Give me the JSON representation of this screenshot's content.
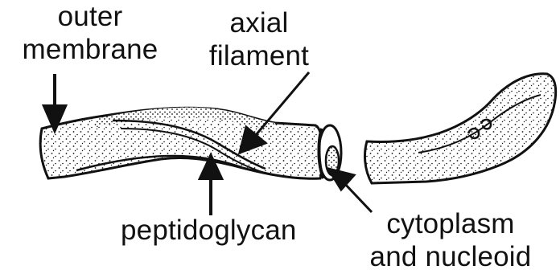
{
  "labels": {
    "outer_membrane": [
      "outer",
      "membrane"
    ],
    "axial_filament": [
      "axial",
      "filament"
    ],
    "peptidoglycan": "peptidoglycan",
    "cytoplasm_nucleoid": [
      "cytoplasm",
      "and nucleoid"
    ]
  },
  "colors": {
    "ink": "#111111",
    "background": "#ffffff"
  }
}
